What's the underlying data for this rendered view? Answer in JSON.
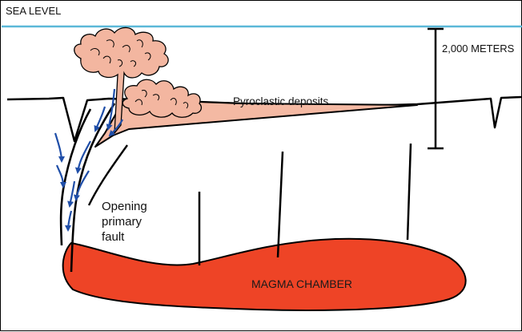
{
  "labels": {
    "sea_level": "SEA LEVEL",
    "scale": "2,000 METERS",
    "pyroclastic": "Pyroclastic deposits",
    "fault": "Opening\nprimary\nfault",
    "magma": "MAGMA CHAMBER"
  },
  "colors": {
    "sea_line": "#5bb8d8",
    "plume": "#f3b6a0",
    "deposit": "#f4b9a3",
    "magma": "#ee4426",
    "arrows": "#1f4ea8",
    "outline": "#000000"
  },
  "icons": {
    "flow_arrow": "arrow-icon"
  }
}
